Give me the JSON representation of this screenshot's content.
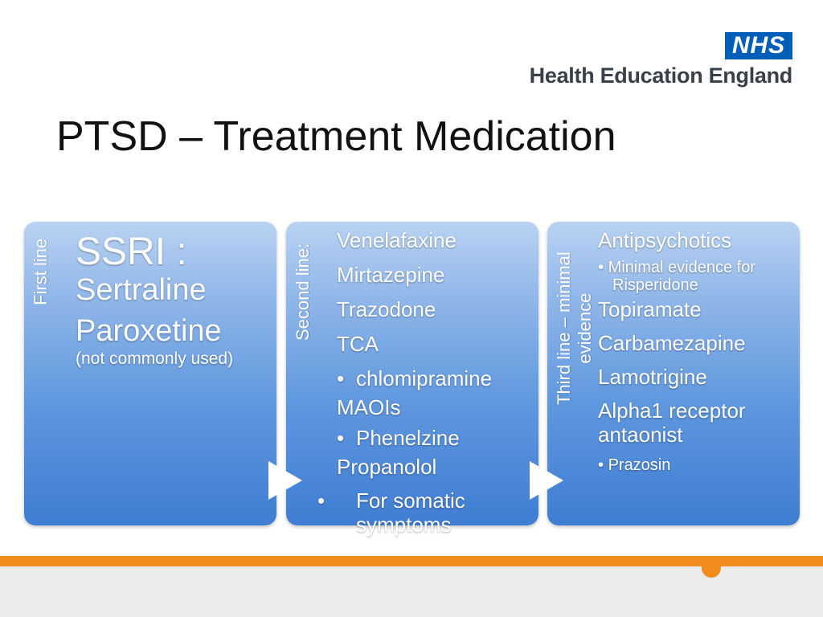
{
  "logo": {
    "nhs": "NHS",
    "org": "Health Education England"
  },
  "slide": {
    "title": "PTSD – Treatment Medication"
  },
  "cards": [
    {
      "label": "First line",
      "heading": "SSRI :",
      "drug1": "Sertraline",
      "drug2": "Paroxetine",
      "note": "(not commonly used)"
    },
    {
      "label": "Second line:",
      "items": {
        "i0": "Venelafaxine",
        "i1": "Mirtazepine",
        "i2": "Trazodone",
        "i3": "TCA",
        "i4": "chlomipramine",
        "i5": "MAOIs",
        "i6": "Phenelzine",
        "i7": "Propanolol",
        "i8": "For somatic symptoms"
      }
    },
    {
      "label_line1": "Third line – minimal",
      "label_line2": "evidence",
      "items": {
        "i0": "Antipsychotics",
        "i1": "Minimal evidence for Risperidone",
        "i2": "Topiramate",
        "i3": "Carbamezapine",
        "i4": "Lamotrigine",
        "i5": "Alpha1 receptor antaonist",
        "i6": "Prazosin"
      }
    }
  ],
  "colors": {
    "nhs_blue": "#005eb8",
    "card_top": "#b9d2f2",
    "card_bottom": "#3f7dd3",
    "footer_orange": "#f28c1c",
    "footer_grey": "#ebebeb"
  }
}
